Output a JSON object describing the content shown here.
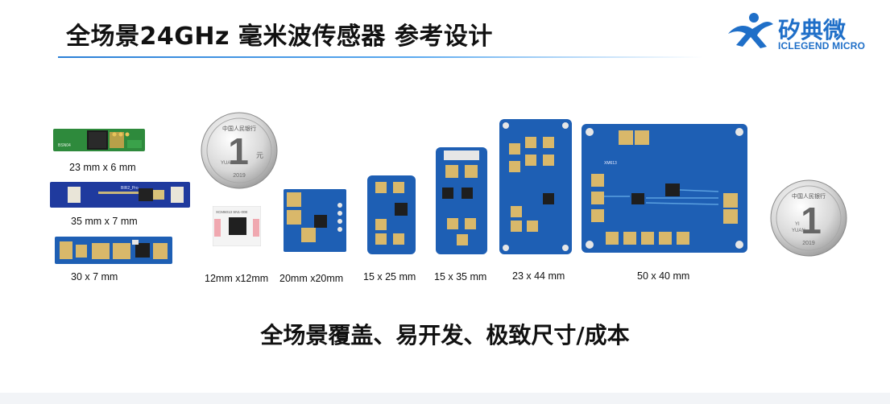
{
  "slide": {
    "title": "全场景24GHz 毫米波传感器 参考设计",
    "logo": {
      "cn": "矽典微",
      "en": "ICLEGEND MICRO",
      "brand_color": "#1f6fc8"
    },
    "tagline": "全场景覆盖、易开发、极致尺寸/成本"
  },
  "coins": {
    "value": "1",
    "unit": "元",
    "top_text": "中国人民银行",
    "pinyin": "YUAN",
    "pinyin_num": "YI",
    "year": "2019"
  },
  "modules": [
    {
      "id": "m1",
      "size_label": "23 mm  x 6 mm",
      "board_color": "#2e8a3c",
      "silk": "BSN04"
    },
    {
      "id": "m2",
      "size_label": "35 mm x 7 mm",
      "board_color": "#1f3a9e",
      "silk": "BIR2_Pro"
    },
    {
      "id": "m3",
      "size_label": "30 x 7 mm",
      "board_color": "#1e5fb4",
      "silk": ""
    },
    {
      "id": "m4",
      "size_label": "12mm x12mm",
      "board_color": "#ffffff",
      "silk": "XCM6013   SN1-00E"
    },
    {
      "id": "m5",
      "size_label": "20mm x20mm",
      "board_color": "#1e5fb4",
      "silk": ""
    },
    {
      "id": "m6",
      "size_label": "15 x 25 mm",
      "board_color": "#1e5fb4",
      "silk": ""
    },
    {
      "id": "m7",
      "size_label": "15 x 35 mm",
      "board_color": "#1e5fb4",
      "silk": ""
    },
    {
      "id": "m8",
      "size_label": "23 x 44 mm",
      "board_color": "#1e5fb4",
      "silk": ""
    },
    {
      "id": "m9",
      "size_label": "50 x 40 mm",
      "board_color": "#1e5fb4",
      "silk": "XM613"
    }
  ],
  "colors": {
    "pad_gold": "#e4c46a",
    "board_blue": "#1e5fb4",
    "board_dark_blue": "#1f3a9e",
    "rule_blue": "#2a7fd6"
  }
}
